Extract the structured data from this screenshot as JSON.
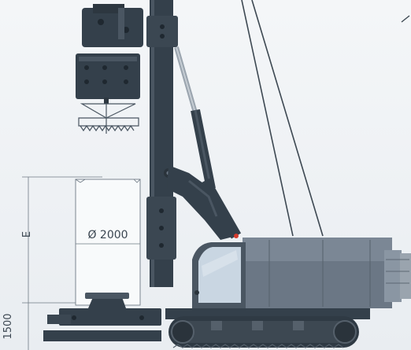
{
  "labels": {
    "diameter": "Ø 2000",
    "height_dim": "E",
    "base_dim": "1500"
  },
  "colors": {
    "machine_dark": "#34404b",
    "machine_mid": "#4a5662",
    "body_light": "#6b7785",
    "cab_window": "#c9d6e2",
    "dim_line": "#6f7a85",
    "red_light": "#d33a2c"
  }
}
